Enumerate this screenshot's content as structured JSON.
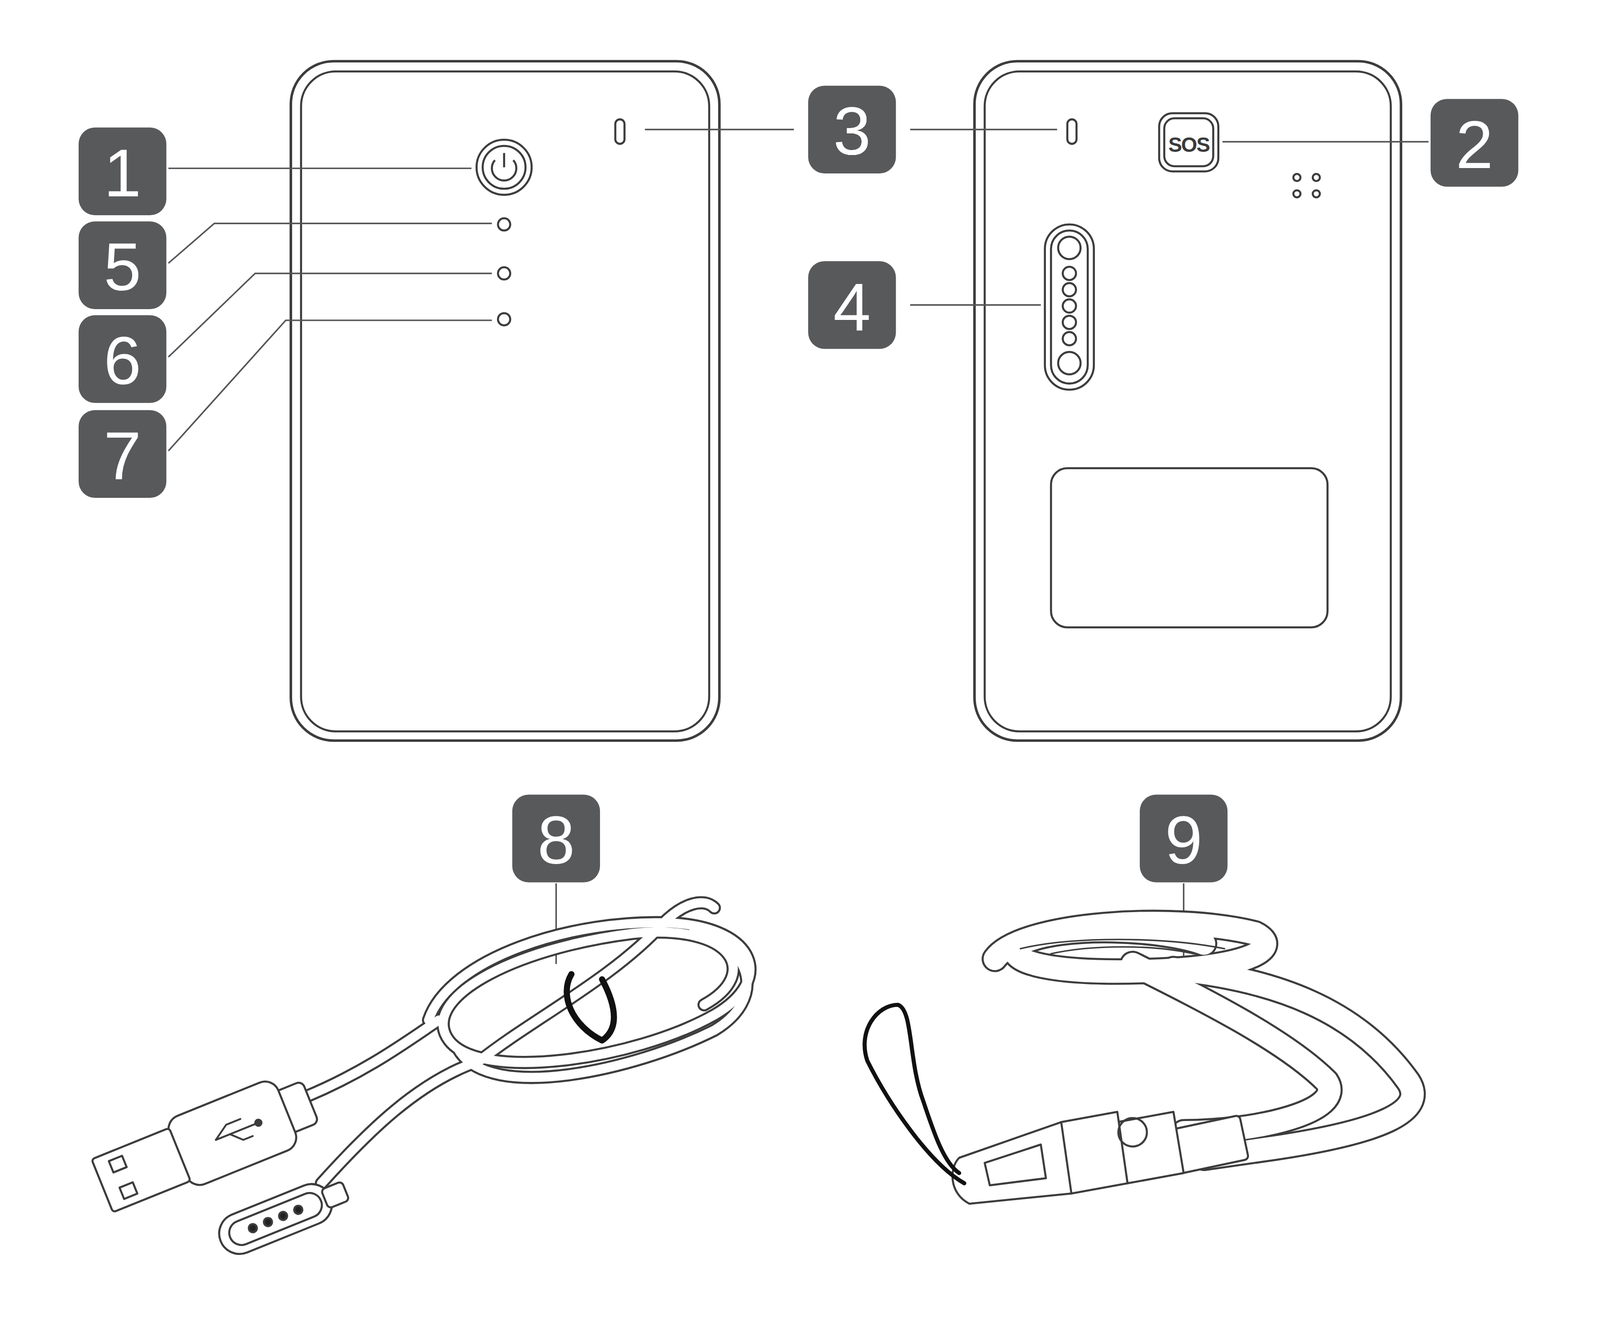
{
  "diagram": {
    "labels": [
      "1",
      "3",
      "3",
      "2",
      "SOS",
      "5",
      "4",
      "6",
      "7",
      "8",
      "9"
    ]
  }
}
